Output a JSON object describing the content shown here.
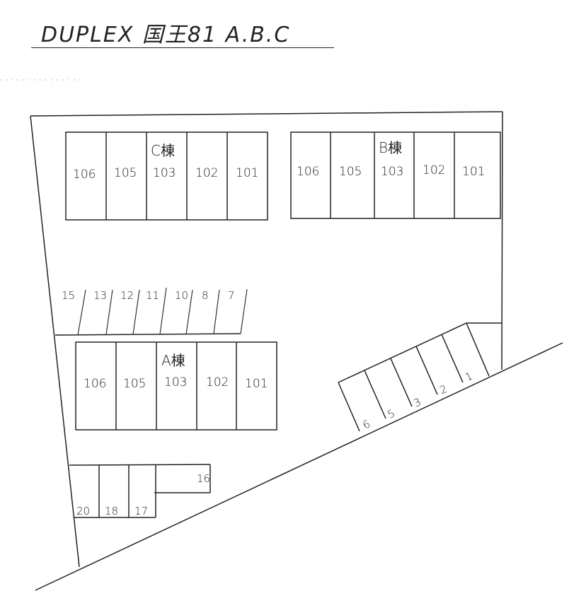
{
  "title": "DUPLEX 国王81 A.B.C",
  "colors": {
    "ink": "#222222",
    "paper": "#ffffff"
  },
  "buildings": {
    "C": {
      "label": "C棟",
      "units": [
        "106",
        "105",
        "103",
        "102",
        "101"
      ]
    },
    "B": {
      "label": "B棟",
      "units": [
        "106",
        "105",
        "103",
        "102",
        "101"
      ]
    },
    "A": {
      "label": "A棟",
      "units": [
        "106",
        "105",
        "103",
        "102",
        "101"
      ]
    }
  },
  "parking": {
    "row_top": [
      "15",
      "13",
      "12",
      "11",
      "10",
      "8",
      "7"
    ],
    "row_diagonal": [
      "6",
      "5",
      "3",
      "2",
      "1"
    ],
    "row_bottom_left": [
      "20",
      "18",
      "17"
    ],
    "side_space": "16"
  }
}
